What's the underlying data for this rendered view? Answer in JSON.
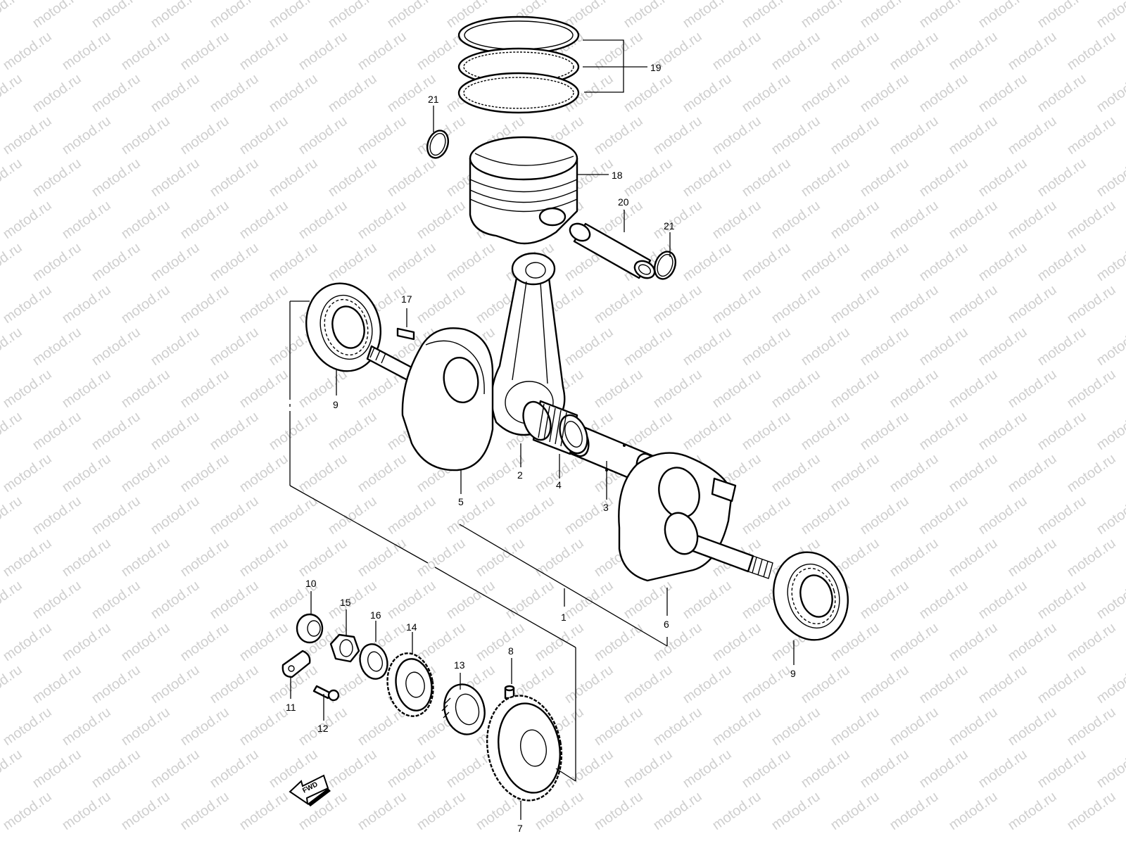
{
  "diagram": {
    "watermark_text": "motod.ru",
    "fwd_label": "FWD",
    "callouts": {
      "p1": "1",
      "p2": "2",
      "p3": "3",
      "p4": "4",
      "p5": "5",
      "p6": "6",
      "p7": "7",
      "p8": "8",
      "p9_left": "9",
      "p9_right": "9",
      "p10": "10",
      "p11": "11",
      "p12": "12",
      "p13": "13",
      "p14": "14",
      "p15": "15",
      "p16": "16",
      "p17": "17",
      "p18": "18",
      "p19": "19",
      "p20": "20",
      "p21_top": "21",
      "p21_right": "21"
    }
  }
}
